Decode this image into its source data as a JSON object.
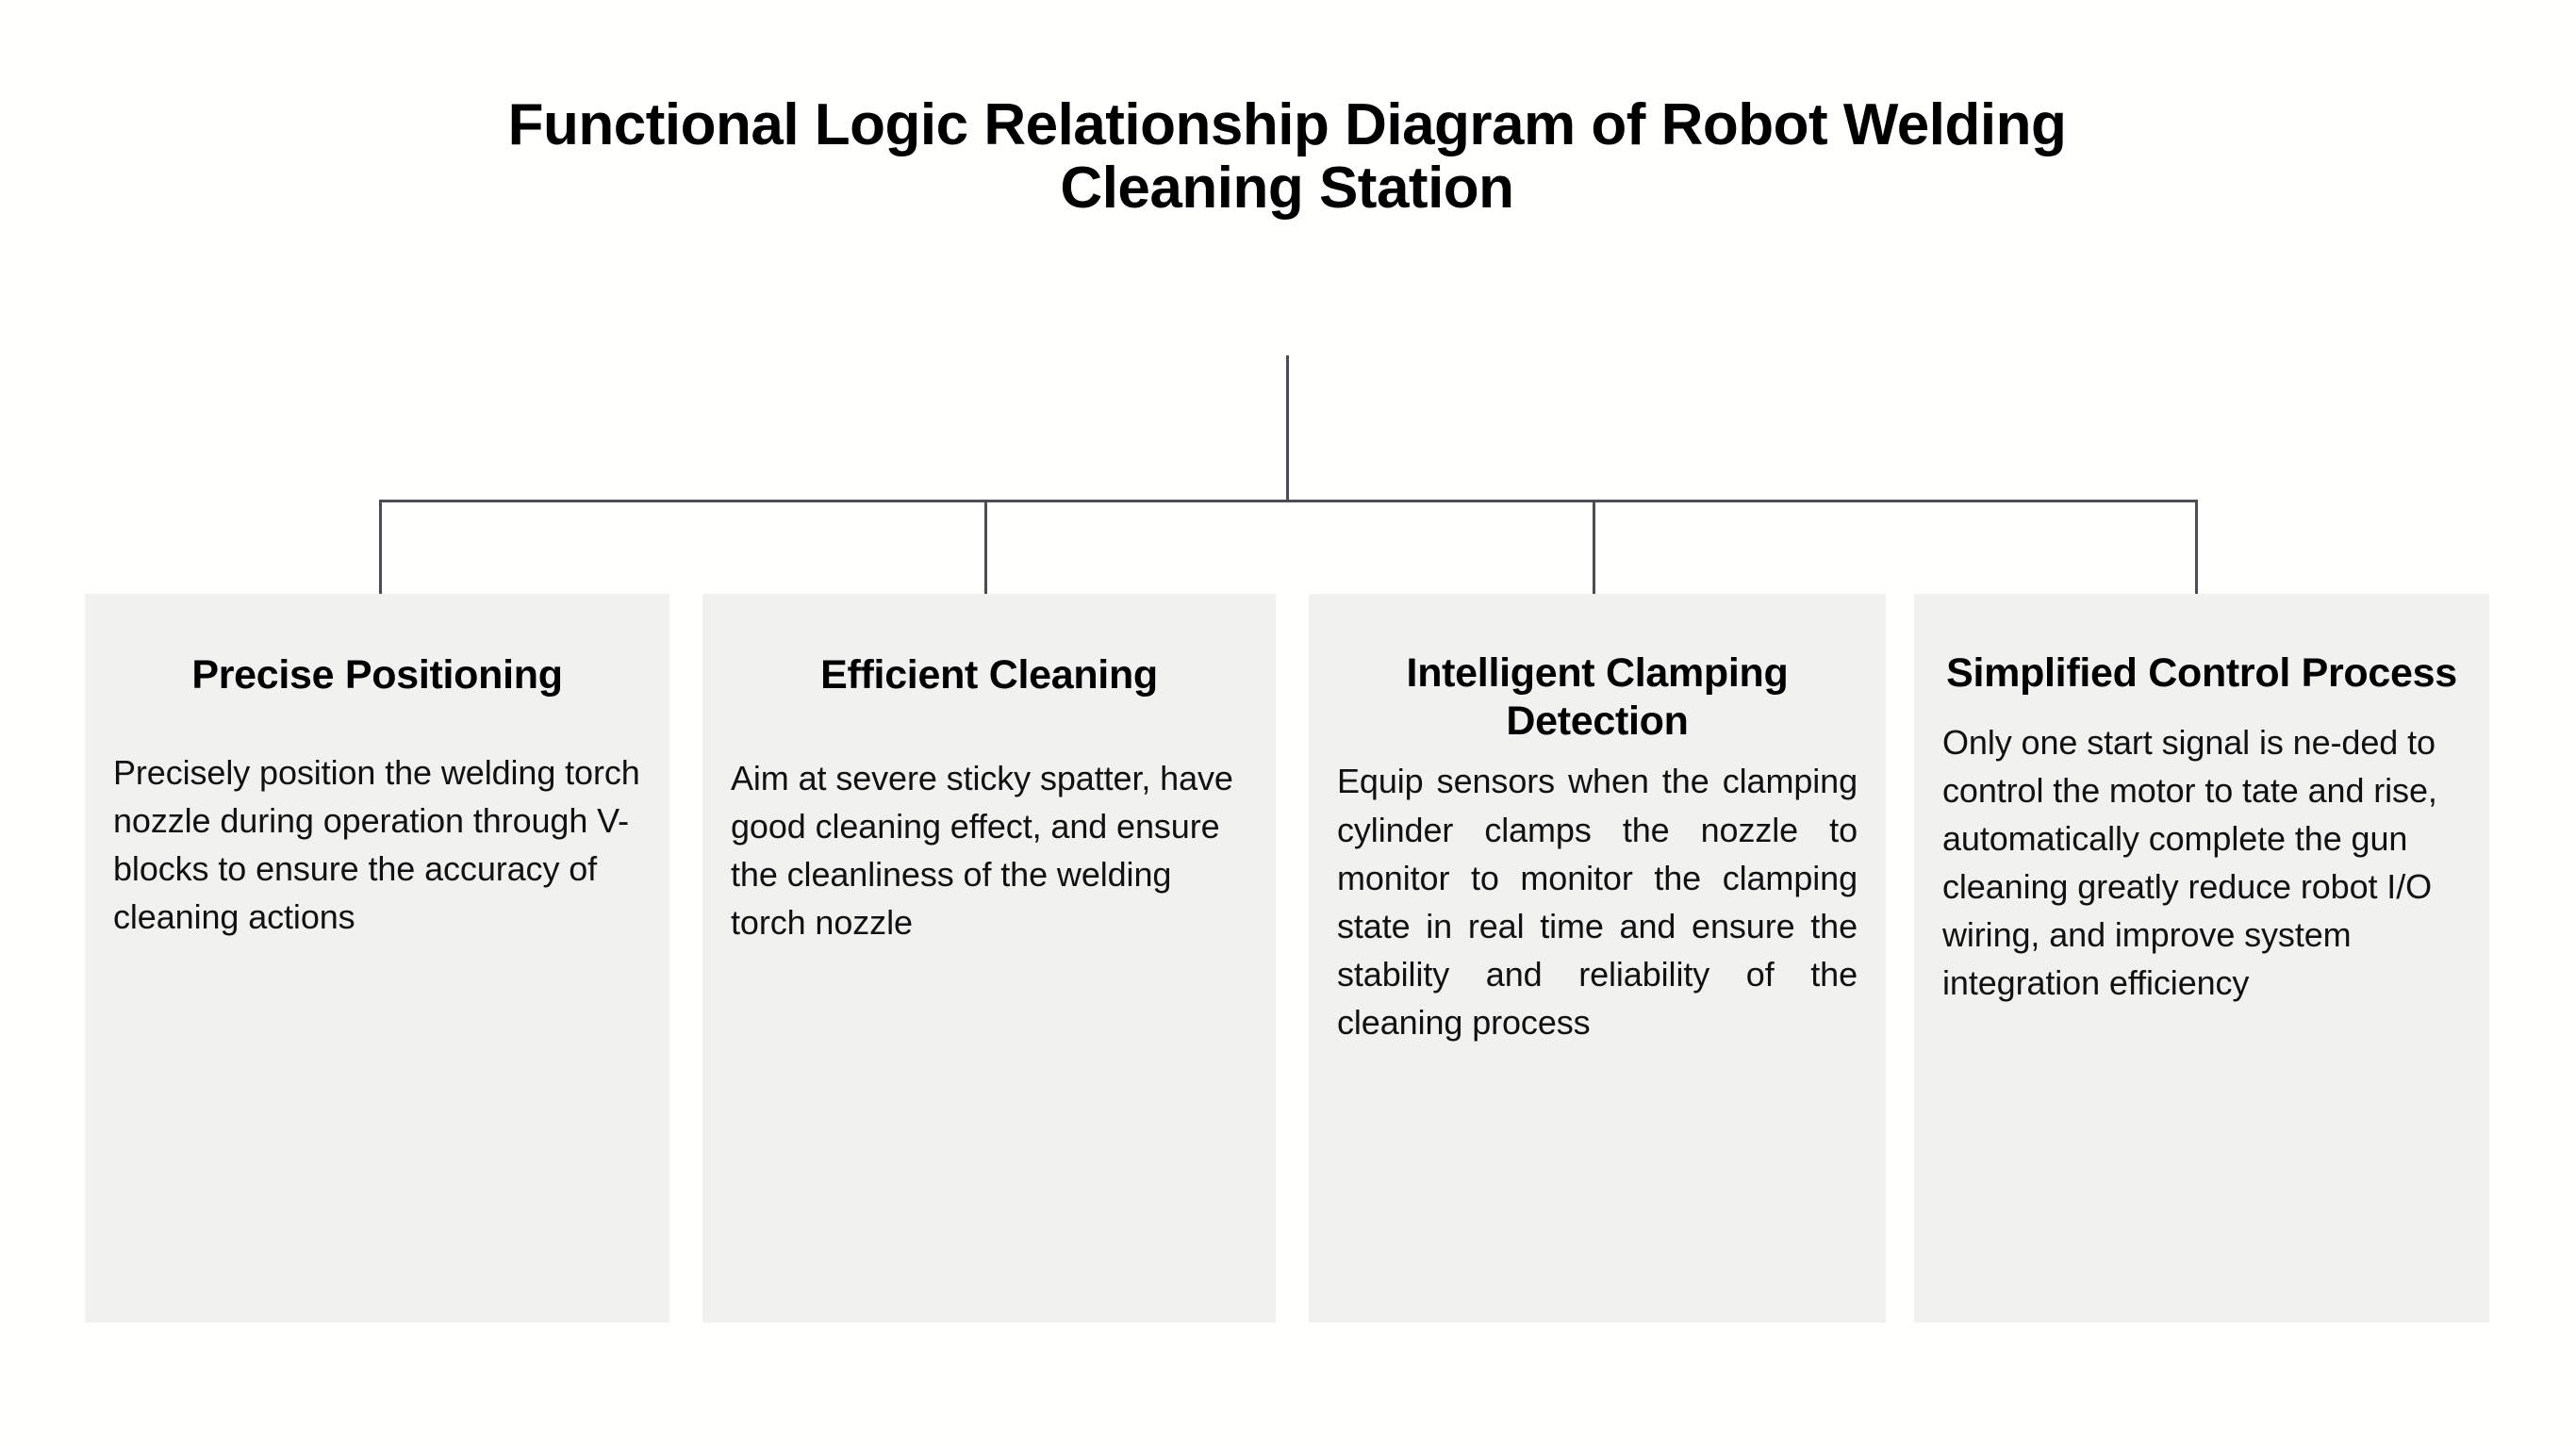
{
  "page": {
    "title": "Functional Logic Relationship Diagram of Robot Welding Cleaning Station",
    "background_color": "#fffffe",
    "card_color": "#f1f1ef",
    "connector_color": "#4c4c55",
    "text_color": "#000000"
  },
  "diagram": {
    "type": "org-tree",
    "root_label": "Functional Logic Relationship Diagram of Robot Welding Cleaning Station",
    "branch_count": 4,
    "cards": [
      {
        "title": "Precise Positioning",
        "body": "Precisely position the welding torch nozzle during operation through V-blocks to ensure the accuracy of cleaning actions"
      },
      {
        "title": "Efficient Cleaning",
        "body": "Aim at severe sticky spatter, have good cleaning effect, and ensure the cleanliness of the welding torch nozzle"
      },
      {
        "title": "Intelligent Clamping Detection",
        "body": "Equip sensors when the clamping cylinder clamps the nozzle to monitor to monitor the clamping state in real time and ensure the stability and reliability of the cleaning process"
      },
      {
        "title": "Simplified Control Process",
        "body": "Only one start signal is ne-ded to control the motor to tate and rise, automatically complete the gun cleaning greatly reduce robot I/O wiring, and improve system integration efficiency"
      }
    ]
  }
}
